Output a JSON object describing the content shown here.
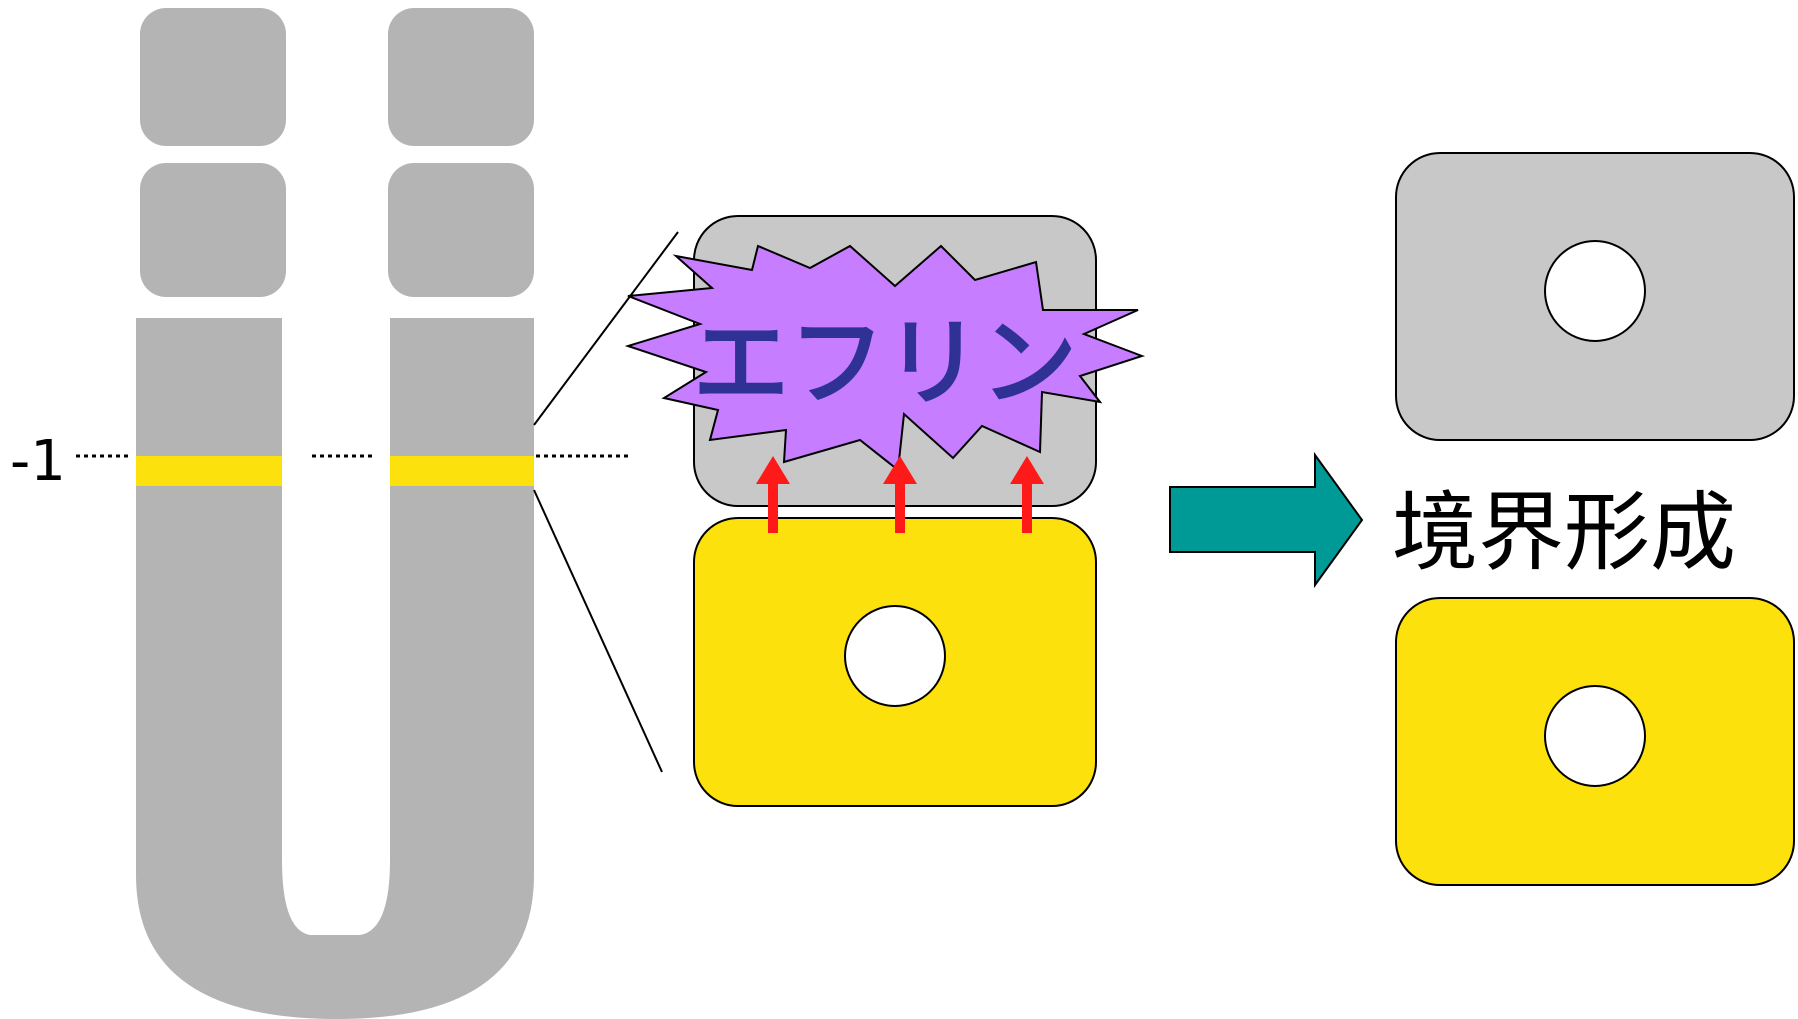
{
  "labels": {
    "position_marker": "-1",
    "burst_text": "エフリン",
    "result_text": "境界形成"
  },
  "colors": {
    "background": "#ffffff",
    "tissue_gray": "#b4b4b4",
    "cell_gray": "#c8c8c8",
    "cell_yellow": "#fde10c",
    "burst_fill": "#c77dff",
    "burst_text": "#2f3294",
    "signal_arrow": "#ff1a1a",
    "process_arrow": "#009a96",
    "nucleus": "#ffffff",
    "outline": "#000000"
  },
  "icons": {
    "burst": "starburst-shape",
    "signal_arrows": "arrow-up-icon",
    "process_arrow": "arrow-right-icon"
  }
}
